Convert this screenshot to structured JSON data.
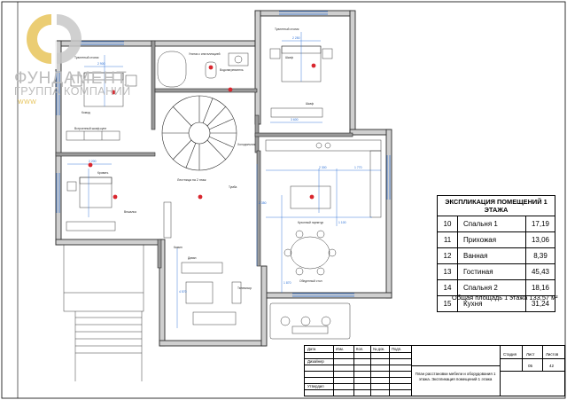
{
  "logo": {
    "name": "ФУНДАМЕНТ",
    "subtitle": "ГРУППА КОМПАНИЙ",
    "url": "WWW"
  },
  "explication": {
    "title": "ЭКСПЛИКАЦИЯ ПОМЕЩЕНИЙ 1 ЭТАЖА",
    "rows": [
      {
        "num": "10",
        "name": "Спальня 1",
        "area": "17,19"
      },
      {
        "num": "11",
        "name": "Прихожая",
        "area": "13,06"
      },
      {
        "num": "12",
        "name": "Ванная",
        "area": "8,39"
      },
      {
        "num": "13",
        "name": "Гостиная",
        "area": "45,43"
      },
      {
        "num": "14",
        "name": "Спальня 2",
        "area": "18,16"
      },
      {
        "num": "15",
        "name": "Кухня",
        "area": "31,24"
      }
    ],
    "total": "Общая площадь 1 этажа  133,57 м²"
  },
  "plan_labels": {
    "toilet_a": "Туалетный столик",
    "toilet_b": "Туалетный столик",
    "armoire": "Шкаф",
    "wardrobe": "Шкаф",
    "bath_unit": "Унитаз с инсталляцией",
    "boiler": "Водонагреватель",
    "built_in": "Встроенный шкаф-купе",
    "bed_bedroom2": "Кровать",
    "dresser": "Комод",
    "stair": "Лестница на 2 этаж",
    "fridge": "Холодильник",
    "kitchen_set": "Кухонный гарнитур",
    "table": "Обеденный стол",
    "sofa": "Диван",
    "tv": "Телевизор",
    "fireplace": "Камин",
    "hall_hanger": "Вешалка",
    "cabinet": "Тумба",
    "dims": [
      "2 900",
      "2 250",
      "3 600",
      "2 200",
      "2 300",
      "1 770",
      "1 100",
      "2 350",
      "4 570",
      "1 870"
    ]
  },
  "stamp": {
    "head": [
      "Дата",
      "Изм.",
      "Кол.",
      "№ док.",
      "Подп."
    ],
    "rows_left": [
      "Дизайнер",
      "",
      "",
      "Утвердил"
    ],
    "title": "План расстановки мебели и оборудования 1 этажа. Экспликация помещений 1 этажа",
    "stage_label": "Стадия",
    "sheet_label": "Лист",
    "sheets_label": "Листов",
    "stage": "",
    "sheet": "05",
    "sheets": "42"
  },
  "colors": {
    "wall": "#2a2a2a",
    "wall_fill": "#cfcfcf",
    "furniture": "#3a3a3a",
    "dimension": "#2a6fd6",
    "marker": "#d9262e",
    "logo_gold": "#e7c45a",
    "logo_grey": "#c8c8c8"
  }
}
